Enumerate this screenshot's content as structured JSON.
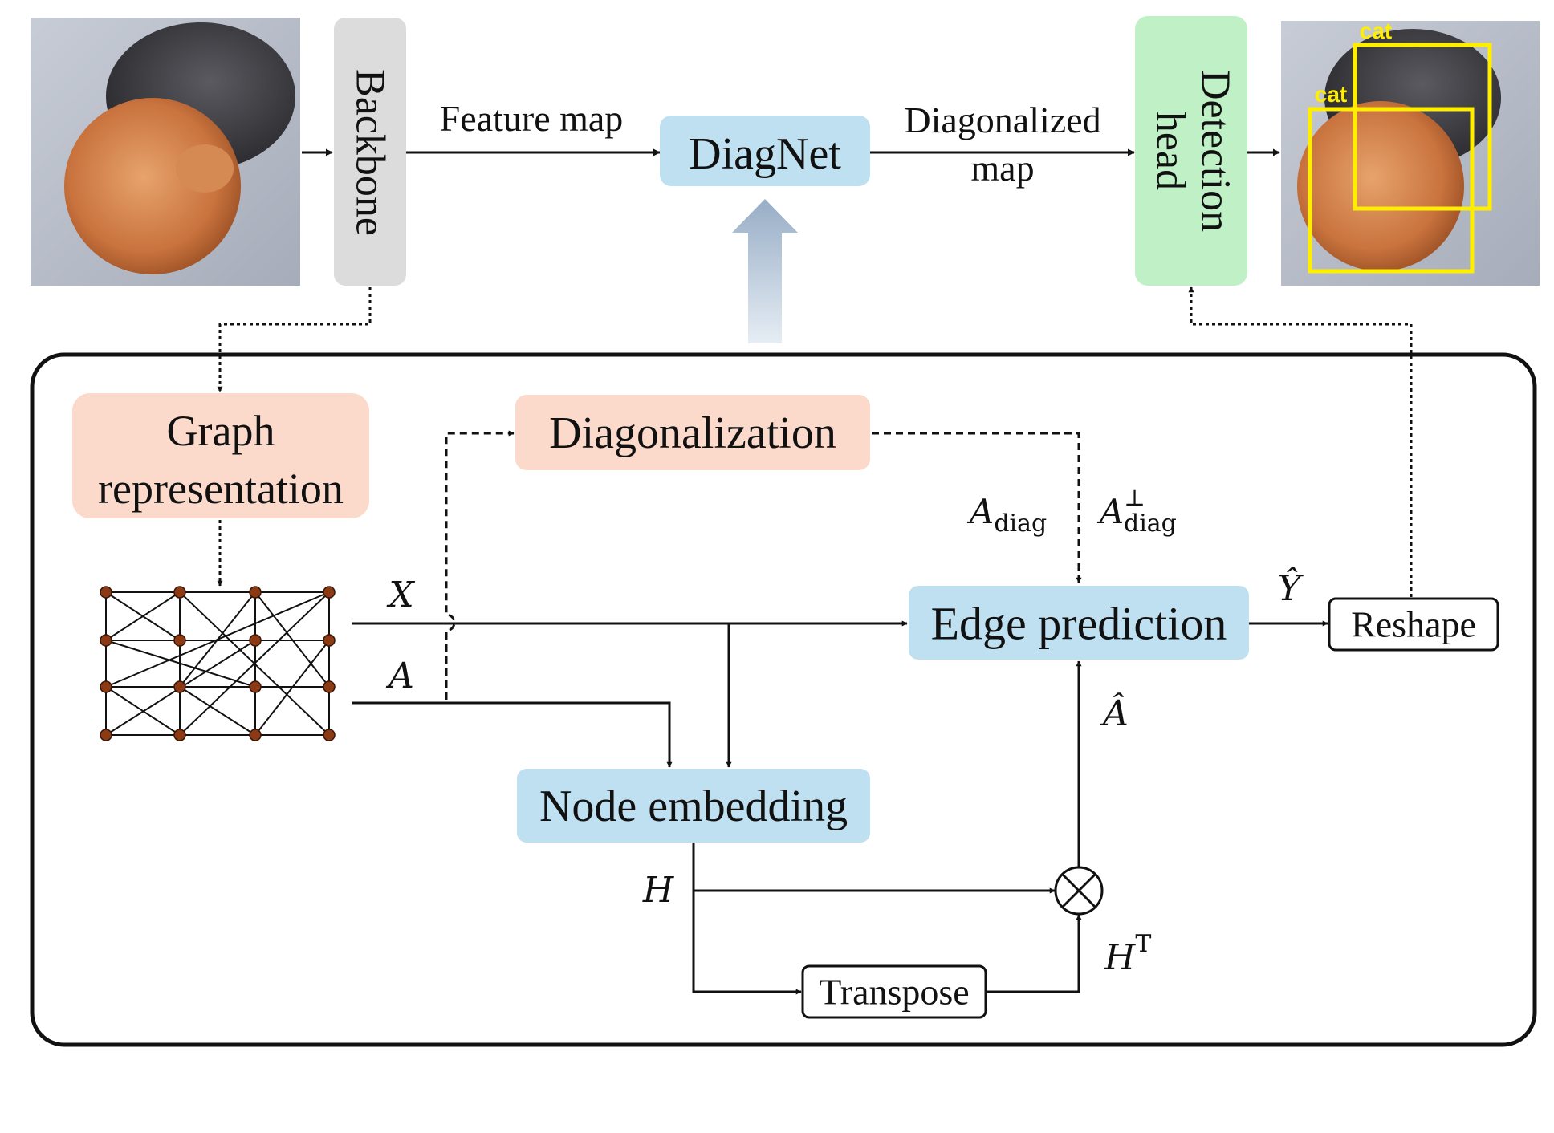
{
  "pipeline": {
    "backbone_label": "Backbone",
    "feature_map_label": "Feature map",
    "diagnet_label": "DiagNet",
    "diagonalized_map_line1": "Diagonalized",
    "diagonalized_map_line2": "map",
    "detection_head_line1": "Detection",
    "detection_head_line2": "head",
    "detection_labels": [
      "cat",
      "cat"
    ]
  },
  "module": {
    "graph_representation_line1": "Graph",
    "graph_representation_line2": "representation",
    "diagonalization_label": "Diagonalization",
    "edge_prediction_label": "Edge prediction",
    "node_embedding_label": "Node embedding",
    "reshape_label": "Reshape",
    "transpose_label": "Transpose"
  },
  "symbols": {
    "X": "X",
    "A": "A",
    "A_diag": "A",
    "A_diag_sub": "diag",
    "A_perp": "A",
    "A_perp_sub": "diag",
    "A_perp_sup": "⊥",
    "Y_hat": "Ŷ",
    "A_hat": "Â",
    "H": "H",
    "H_T": "H",
    "H_T_sup": "T",
    "otimes": "⊗"
  },
  "colors": {
    "backbone_fill": "#dcdcdc",
    "blue_fill": "#bfe0f1",
    "peach_fill": "#fbdacb",
    "green_fill": "#bff0c6",
    "node_fill": "#8b3a14",
    "bbox_yellow": "#ffee00"
  }
}
